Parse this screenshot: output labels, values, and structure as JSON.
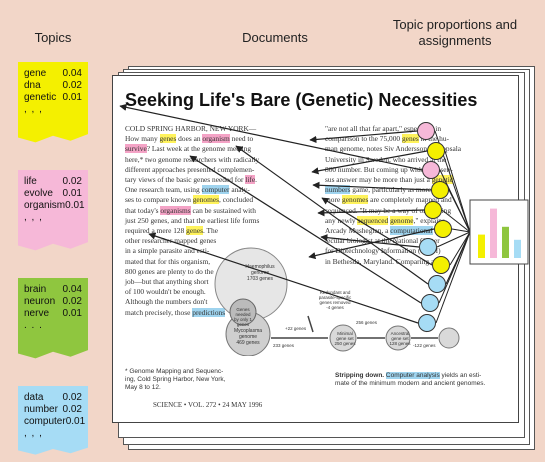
{
  "headers": {
    "topics": "Topics",
    "documents": "Documents",
    "proportions_line1": "Topic proportions and",
    "proportions_line2": "assignments"
  },
  "topics": [
    {
      "color": "#f4f000",
      "words": [
        {
          "w": "gene",
          "p": "0.04"
        },
        {
          "w": "dna",
          "p": "0.02"
        },
        {
          "w": "genetic",
          "p": "0.01"
        }
      ],
      "more": ", , ,"
    },
    {
      "color": "#f6b8d8",
      "words": [
        {
          "w": "life",
          "p": "0.02"
        },
        {
          "w": "evolve",
          "p": "0.01"
        },
        {
          "w": "organism",
          "p": "0.01"
        }
      ],
      "more": ", , ,"
    },
    {
      "color": "#8fc63f",
      "words": [
        {
          "w": "brain",
          "p": "0.04"
        },
        {
          "w": "neuron",
          "p": "0.02"
        },
        {
          "w": "nerve",
          "p": "0.01"
        }
      ],
      "more": ". . ."
    },
    {
      "color": "#a6dcf5",
      "words": [
        {
          "w": "data",
          "p": "0.02"
        },
        {
          "w": "number",
          "p": "0.02"
        },
        {
          "w": "computer",
          "p": "0.01"
        }
      ],
      "more": ", , ,"
    }
  ],
  "article": {
    "headline": "Seeking Life's Bare (Genetic) Necessities",
    "left_col": [
      [
        {
          "t": "COLD SPRING HARBOR, NEW YORK—"
        }
      ],
      [
        {
          "t": "How many "
        },
        {
          "t": "genes",
          "h": "y"
        },
        {
          "t": " does an "
        },
        {
          "t": "organism",
          "h": "p"
        },
        {
          "t": " need to"
        }
      ],
      [
        {
          "t": "survive",
          "h": "p"
        },
        {
          "t": "? Last week at the genome meeting"
        }
      ],
      [
        {
          "t": "here,* two genome researchers with radically"
        }
      ],
      [
        {
          "t": "different approaches presented complemen-"
        }
      ],
      [
        {
          "t": "tary views of the basic genes needed for "
        },
        {
          "t": "life",
          "h": "p"
        },
        {
          "t": "."
        }
      ],
      [
        {
          "t": "One research team, using "
        },
        {
          "t": "computer",
          "h": "b"
        },
        {
          "t": " analy-"
        }
      ],
      [
        {
          "t": "ses to compare known "
        },
        {
          "t": "genomes",
          "h": "y"
        },
        {
          "t": ", concluded"
        }
      ],
      [
        {
          "t": "that today's "
        },
        {
          "t": "organisms",
          "h": "p"
        },
        {
          "t": " can be sustained with"
        }
      ],
      [
        {
          "t": "just 250 genes, and that the earliest life forms"
        }
      ],
      [
        {
          "t": "required a mere 128 "
        },
        {
          "t": "genes",
          "h": "y"
        },
        {
          "t": ". The"
        }
      ],
      [
        {
          "t": "other researcher mapped genes"
        }
      ],
      [
        {
          "t": "in a simple parasite and esti-"
        }
      ],
      [
        {
          "t": "mated that for this organism,"
        }
      ],
      [
        {
          "t": "800 genes are plenty to do the"
        }
      ],
      [
        {
          "t": "job—but that anything short"
        }
      ],
      [
        {
          "t": "of 100 wouldn't be enough."
        }
      ],
      [
        {
          "t": "Although the numbers don't"
        }
      ],
      [
        {
          "t": "match precisely, those "
        },
        {
          "t": "predictions",
          "h": "b"
        }
      ]
    ],
    "right_col": [
      [
        {
          "t": "\"are not all that far apart,\" especially in"
        }
      ],
      [
        {
          "t": "comparison to the 75,000 "
        },
        {
          "t": "genes",
          "h": "y"
        },
        {
          "t": " in the hu-"
        }
      ],
      [
        {
          "t": "man genome, notes Siv Andersson of Uppsala"
        }
      ],
      [
        {
          "t": "University in Sweden, who arrived at the"
        }
      ],
      [
        {
          "t": "800 number. But coming up with a consen-"
        }
      ],
      [
        {
          "t": "sus answer may be more than just a "
        },
        {
          "t": "genetic",
          "h": "y"
        }
      ],
      [
        {
          "t": "numbers",
          "h": "b"
        },
        {
          "t": " game, particularly as more and"
        }
      ],
      [
        {
          "t": "more "
        },
        {
          "t": "genomes",
          "h": "y"
        },
        {
          "t": " are completely mapped and"
        }
      ],
      [
        {
          "t": "sequenced. \"It may be a way of organizing"
        }
      ],
      [
        {
          "t": "any newly "
        },
        {
          "t": "sequenced",
          "h": "y"
        },
        {
          "t": " "
        },
        {
          "t": "genome",
          "h": "y"
        },
        {
          "t": ",\" explains"
        }
      ],
      [
        {
          "t": "Arcady Mushegian, a "
        },
        {
          "t": "computational",
          "h": "b"
        },
        {
          "t": " mo-"
        }
      ],
      [
        {
          "t": "lecular biologist at the National Center"
        }
      ],
      [
        {
          "t": "for Biotechnology Information (NCBI)"
        }
      ],
      [
        {
          "t": "in Bethesda, Maryland. Comparing an"
        }
      ]
    ],
    "footnote": [
      "* Genome Mapping and Sequenc-",
      "ing, Cold Spring Harbor, New York,",
      "May 8 to 12."
    ],
    "caption": [
      [
        {
          "t": "Stripping down.",
          "b": true
        },
        {
          "t": " "
        },
        {
          "t": "Computer analysis",
          "h": "b"
        },
        {
          "t": " yields an esti-"
        }
      ],
      [
        {
          "t": "mate of the minimum modern and ancient genomes."
        }
      ]
    ],
    "footer": "SCIENCE • VOL. 272 • 24 MAY 1996",
    "figure_labels": {
      "haemophilus": [
        "Haemophilus",
        "genome",
        "1703 genes"
      ],
      "related": [
        "Genes",
        "needed",
        "by only 1",
        "genes"
      ],
      "mycoplasma": [
        "Mycoplasma",
        "genome",
        "469 genes"
      ],
      "redundant": [
        "Redundant and",
        "parasite-specific",
        "genes removed",
        "-4 genes"
      ],
      "minimal": [
        "Minimal",
        "gene set",
        "250 genes"
      ],
      "ancestral": [
        "Ancestral",
        "gene set",
        "128 genes"
      ],
      "genes_22": "+22 genes",
      "genes_233": "233 genes",
      "genes_256": "256 genes",
      "genes_122": "-122 genes"
    }
  },
  "proportions_chart": {
    "values": [
      0.45,
      0.95,
      0.6,
      0.35
    ],
    "colors": [
      "#f4f000",
      "#f6b8d8",
      "#8fc63f",
      "#a6dcf5"
    ]
  },
  "assignments": {
    "circle_colors": [
      "#f6b8d8",
      "#f4f000",
      "#f6b8d8",
      "#f4f000",
      "#f4f000",
      "#f4f000",
      "#a6dcf5",
      "#f4f000",
      "#a6dcf5",
      "#a6dcf5",
      "#a6dcf5"
    ]
  }
}
